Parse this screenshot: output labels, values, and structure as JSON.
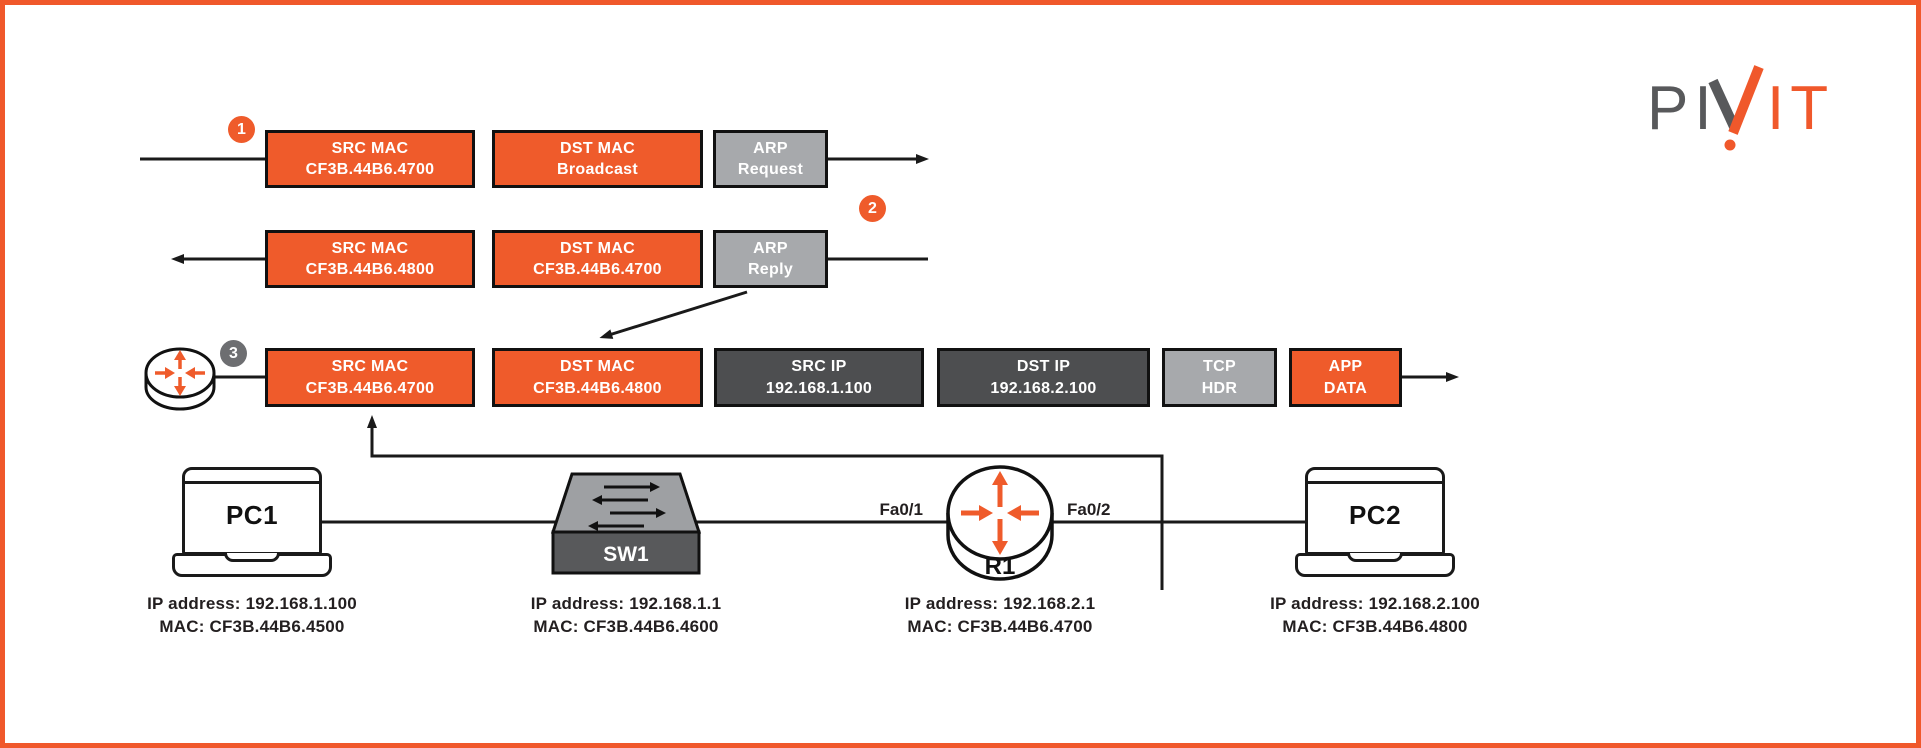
{
  "logo": {
    "part_gray": "PI",
    "part_orange": "IT"
  },
  "steps": {
    "one": "1",
    "two": "2",
    "three": "3"
  },
  "frames": {
    "arp_request": {
      "src_mac": {
        "title": "SRC MAC",
        "value": "CF3B.44B6.4700"
      },
      "dst_mac": {
        "title": "DST MAC",
        "value": "Broadcast"
      },
      "type": {
        "title": "ARP",
        "value": "Request"
      }
    },
    "arp_reply": {
      "src_mac": {
        "title": "SRC MAC",
        "value": "CF3B.44B6.4800"
      },
      "dst_mac": {
        "title": "DST MAC",
        "value": "CF3B.44B6.4700"
      },
      "type": {
        "title": "ARP",
        "value": "Reply"
      }
    },
    "routed_frame": {
      "src_mac": {
        "title": "SRC MAC",
        "value": "CF3B.44B6.4700"
      },
      "dst_mac": {
        "title": "DST MAC",
        "value": "CF3B.44B6.4800"
      },
      "src_ip": {
        "title": "SRC IP",
        "value": "192.168.1.100"
      },
      "dst_ip": {
        "title": "DST IP",
        "value": "192.168.2.100"
      },
      "tcp": {
        "title": "TCP",
        "value": "HDR"
      },
      "app": {
        "title": "APP",
        "value": "DATA"
      }
    }
  },
  "devices": {
    "pc1": {
      "label": "PC1",
      "ip": "IP address: 192.168.1.100",
      "mac": "MAC: CF3B.44B6.4500"
    },
    "sw1": {
      "label": "SW1",
      "ip": "IP address: 192.168.1.1",
      "mac": "MAC: CF3B.44B6.4600"
    },
    "r1": {
      "label": "R1",
      "ip": "IP address: 192.168.2.1",
      "mac": "MAC: CF3B.44B6.4700",
      "port_left": "Fa0/1",
      "port_right": "Fa0/2"
    },
    "pc2": {
      "label": "PC2",
      "ip": "IP address: 192.168.2.100",
      "mac": "MAC: CF3B.44B6.4800"
    }
  },
  "colors": {
    "orange": "#EF5B2B",
    "light_gray": "#A7A9AC",
    "dark_gray": "#4D4E50",
    "badge_gray": "#6D6E71",
    "line": "#1A1A1A",
    "border": "#F0582B"
  }
}
